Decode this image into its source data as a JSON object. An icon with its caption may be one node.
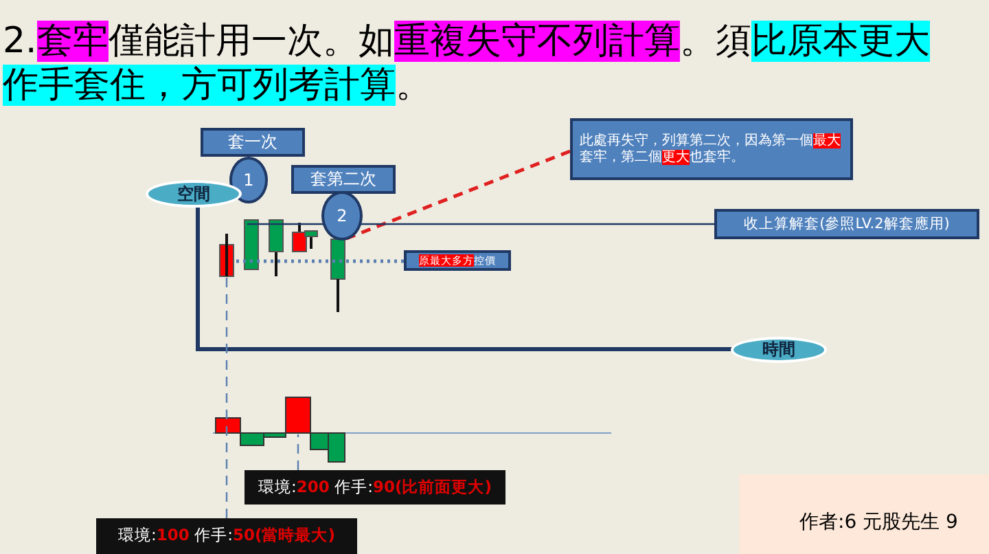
{
  "diagram": {
    "title": "2.套牢僅能計用一次。如重複失守不列計算。須比原本更大作手套住，方可列考計算。",
    "nodes": [
      {
        "text": [
          "套一次"
        ]
      },
      {
        "text": [
          "1"
        ]
      },
      {
        "text": [
          "套第二次"
        ]
      },
      {
        "text": [
          "2"
        ]
      },
      {
        "text": [
          "空間"
        ]
      },
      {
        "text": [
          "此處再失守，列算第二次，因為第一個最大套牢，第二個更大也套牢。"
        ]
      },
      {
        "text": [
          "收上算解套(參照LV.2解套應用)"
        ]
      },
      {
        "text": [
          "原最大多方控價"
        ]
      },
      {
        "text": [
          "時間"
        ]
      },
      {
        "text": [
          "環境:200 作手:90(比前面更大)"
        ]
      },
      {
        "text": [
          "環境:100 作手:50(當時最大)"
        ]
      },
      {
        "text": [],
        "shape": "bar"
      },
      {
        "text": [],
        "shape": "bar"
      }
    ],
    "edges": [
      {
        "from": 5,
        "to": 12,
        "arrow": "none",
        "style": "dashed",
        "color": "#e02020"
      },
      {
        "from": 6,
        "to": null,
        "arrow": "none"
      },
      {
        "from": 7,
        "to": 11,
        "arrow": "none",
        "style": "dashed"
      },
      {
        "from": 9,
        "to": null,
        "arrow": "none",
        "style": "dashed"
      },
      {
        "from": 10,
        "to": 11,
        "arrow": "none",
        "style": "dashed"
      }
    ],
    "labels": [
      "作者:6 元股先生 9"
    ]
  }
}
